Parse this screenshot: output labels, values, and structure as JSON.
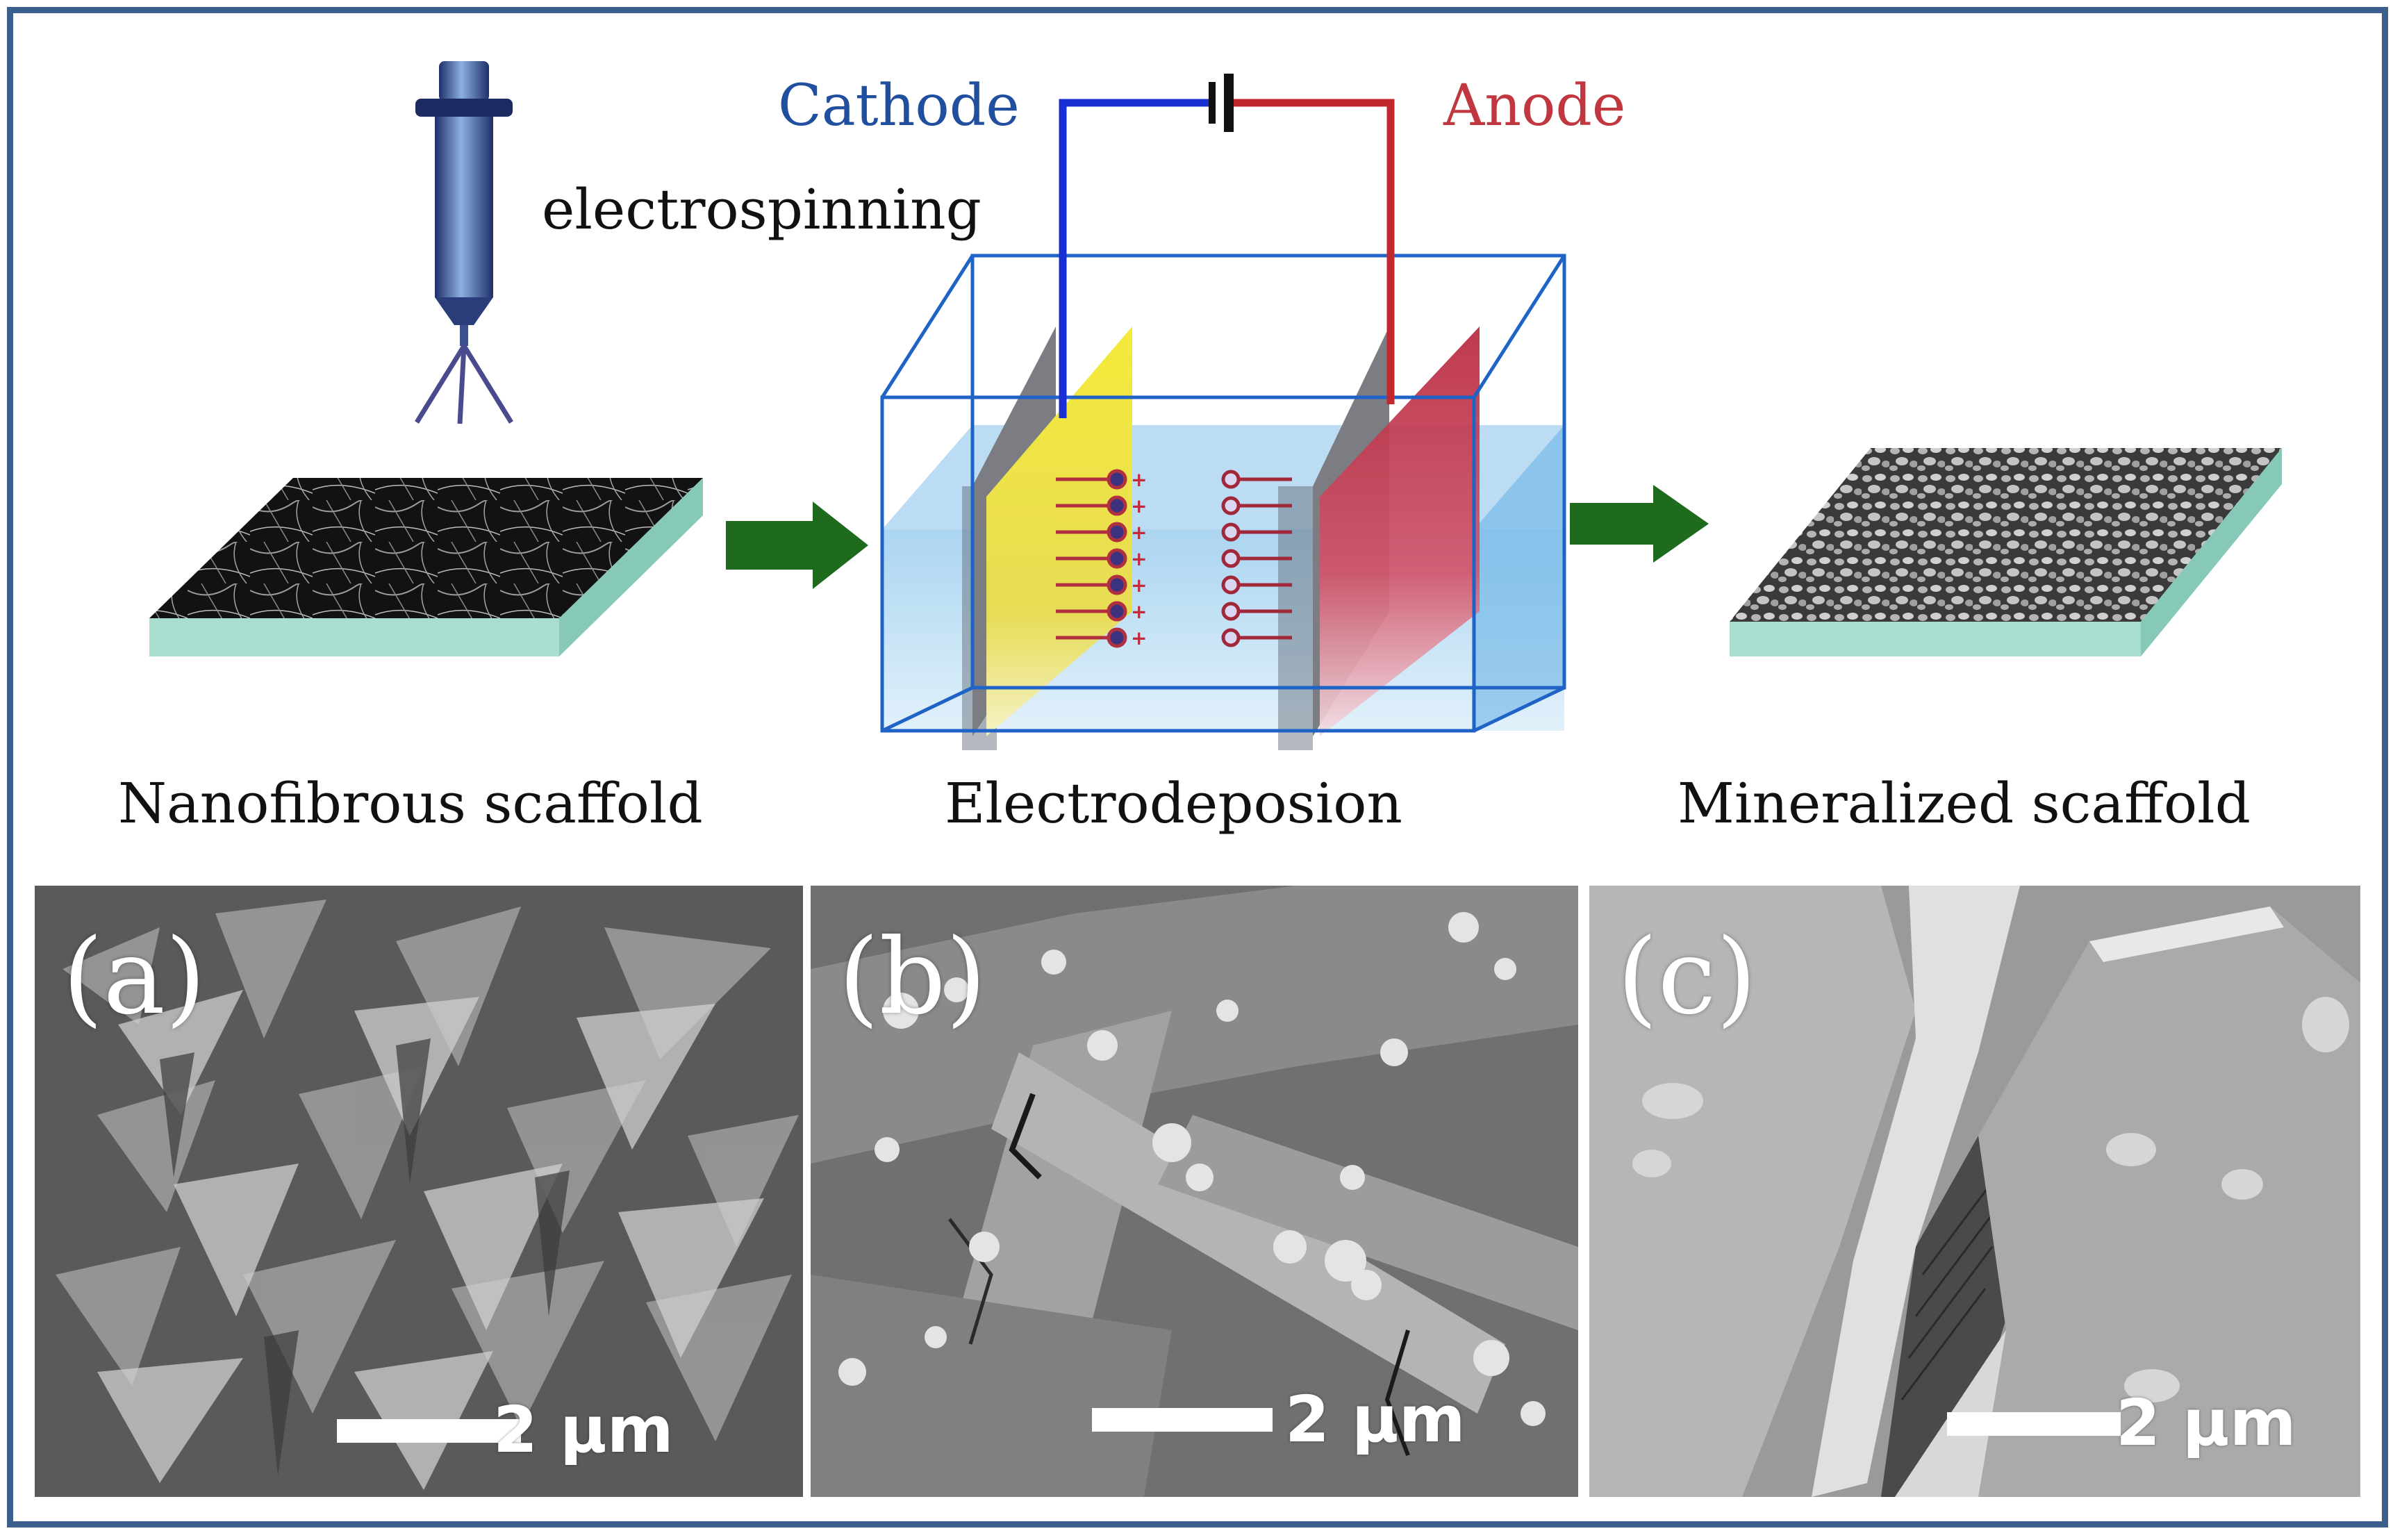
{
  "labels": {
    "cathode": "Cathode",
    "anode": "Anode",
    "electrospinning": "electrospinning"
  },
  "captions": {
    "nanofibrous": "Nanofibrous scaffold",
    "electrodeposition": "Electrodeposion",
    "mineralized": "Mineralized scaffold"
  },
  "panels": [
    {
      "letter": "(a)",
      "scale": "2 μm"
    },
    {
      "letter": "(b)",
      "scale": "2 μm"
    },
    {
      "letter": "(c)",
      "scale": "2 μm"
    }
  ],
  "colors": {
    "frame": "#3c5f8e",
    "cathode": "#1f4f9e",
    "anode": "#c1373f",
    "arrow": "#1e6b1e",
    "substrate": "#a8ddd0"
  }
}
